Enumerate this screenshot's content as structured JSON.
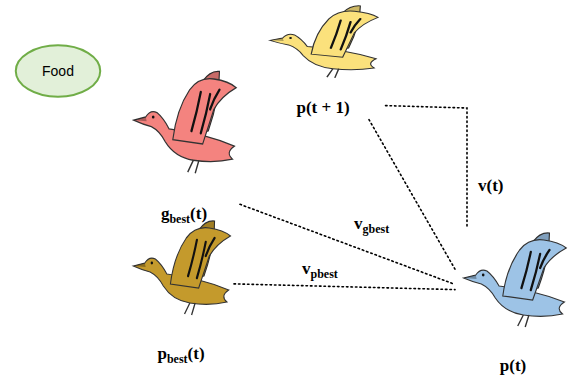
{
  "diagram": {
    "nodes": [
      {
        "text": [
          "Food"
        ]
      },
      {
        "text": [
          "p(t + 1)"
        ]
      },
      {
        "text": [
          "gbest(t)"
        ]
      },
      {
        "text": [
          "pbest(t)"
        ]
      },
      {
        "text": [
          "p(t)"
        ]
      }
    ],
    "edges": [
      {
        "from": 4,
        "to": 1,
        "label": "v(t)",
        "arrow": "none"
      },
      {
        "from": 4,
        "to": 1,
        "arrow": "none"
      },
      {
        "from": 2,
        "to": 4,
        "label": "vgbest",
        "arrow": "none"
      },
      {
        "from": 3,
        "to": 4,
        "label": "vpbest",
        "arrow": "none"
      }
    ]
  }
}
